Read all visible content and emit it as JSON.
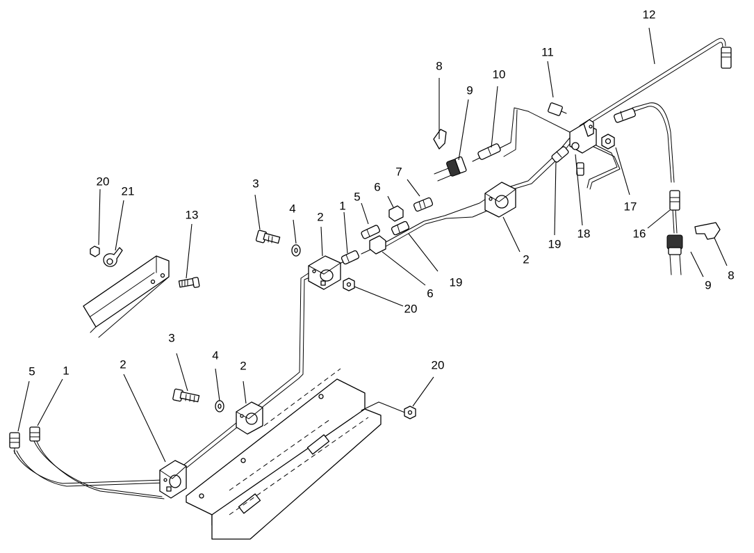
{
  "callouts": [
    {
      "id": "c-12",
      "label": "12"
    },
    {
      "id": "c-11",
      "label": "11"
    },
    {
      "id": "c-8a",
      "label": "8"
    },
    {
      "id": "c-9a",
      "label": "9"
    },
    {
      "id": "c-10",
      "label": "10"
    },
    {
      "id": "c-7",
      "label": "7"
    },
    {
      "id": "c-6a",
      "label": "6"
    },
    {
      "id": "c-5a",
      "label": "5"
    },
    {
      "id": "c-1a",
      "label": "1"
    },
    {
      "id": "c-4a",
      "label": "4"
    },
    {
      "id": "c-3a",
      "label": "3"
    },
    {
      "id": "c-2a",
      "label": "2"
    },
    {
      "id": "c-20a",
      "label": "20"
    },
    {
      "id": "c-21",
      "label": "21"
    },
    {
      "id": "c-13",
      "label": "13"
    },
    {
      "id": "c-2b",
      "label": "2"
    },
    {
      "id": "c-19a",
      "label": "19"
    },
    {
      "id": "c-18",
      "label": "18"
    },
    {
      "id": "c-17",
      "label": "17"
    },
    {
      "id": "c-16",
      "label": "16"
    },
    {
      "id": "c-8b",
      "label": "8"
    },
    {
      "id": "c-9b",
      "label": "9"
    },
    {
      "id": "c-19b",
      "label": "19"
    },
    {
      "id": "c-6b",
      "label": "6"
    },
    {
      "id": "c-20b",
      "label": "20"
    },
    {
      "id": "c-3b",
      "label": "3"
    },
    {
      "id": "c-4b",
      "label": "4"
    },
    {
      "id": "c-2c",
      "label": "2"
    },
    {
      "id": "c-20c",
      "label": "20"
    },
    {
      "id": "c-5b",
      "label": "5"
    },
    {
      "id": "c-1b",
      "label": "1"
    },
    {
      "id": "c-2d",
      "label": "2"
    }
  ]
}
